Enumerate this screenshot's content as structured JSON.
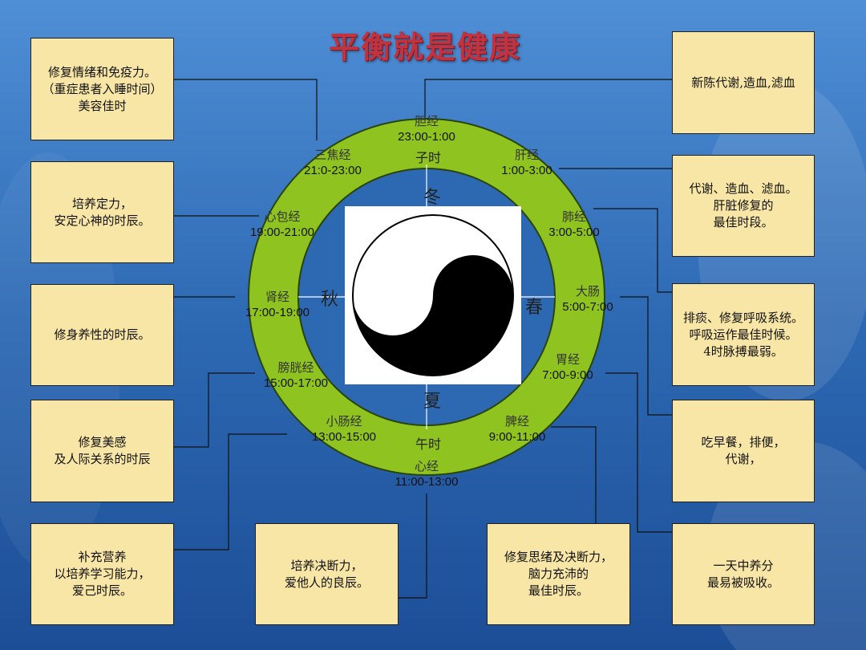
{
  "title": "平衡就是健康",
  "colors": {
    "background": "#2f6db5",
    "ring": "#8fc31f",
    "box": "#f8e6a6",
    "title": "#c2333f"
  },
  "meridians": [
    {
      "name": "胆经",
      "time": "23:00-1:00",
      "hour": "子时"
    },
    {
      "name": "肝经",
      "time": "1:00-3:00"
    },
    {
      "name": "肺经",
      "time": "3:00-5:00"
    },
    {
      "name": "大肠",
      "time": "5:00-7:00"
    },
    {
      "name": "胃经",
      "time": "7:00-9:00"
    },
    {
      "name": "脾经",
      "time": "9:00-11:00"
    },
    {
      "name": "心经",
      "time": "11:00-13:00",
      "hour": "午时"
    },
    {
      "name": "小肠经",
      "time": "13:00-15:00"
    },
    {
      "name": "膀胱经",
      "time": "15:00-17:00"
    },
    {
      "name": "肾经",
      "time": "17:00-19:00"
    },
    {
      "name": "心包经",
      "time": "19:00-21:00"
    },
    {
      "name": "三焦经",
      "time": "21:0-23:00"
    }
  ],
  "seasons": {
    "winter": "冬",
    "spring": "春",
    "summer": "夏",
    "autumn": "秋"
  },
  "center_icon": "yin-yang-icon",
  "boxes": {
    "left": [
      "修复情绪和免疫力。\n（重症患者入睡时间）\n美容佳时",
      "培养定力，\n安定心神的时辰。",
      "修身养性的时辰。",
      "修复美感\n及人际关系的时辰",
      "补充营养\n以培养学习能力，\n爱己时辰。"
    ],
    "right": [
      "新陈代谢,造血,滤血",
      "代谢、造血、滤血。\n肝脏修复的\n最佳时段。",
      "排痰、修复呼吸系统。\n呼吸运作最佳时候。\n4时脉搏最弱。",
      "吃早餐，排便，\n代谢，",
      "一天中养分\n最易被吸收。"
    ],
    "bottom": [
      "培养决断力，\n爱他人的良辰。",
      "修复思绪及决断力，\n脑力充沛的\n最佳时辰。"
    ]
  }
}
